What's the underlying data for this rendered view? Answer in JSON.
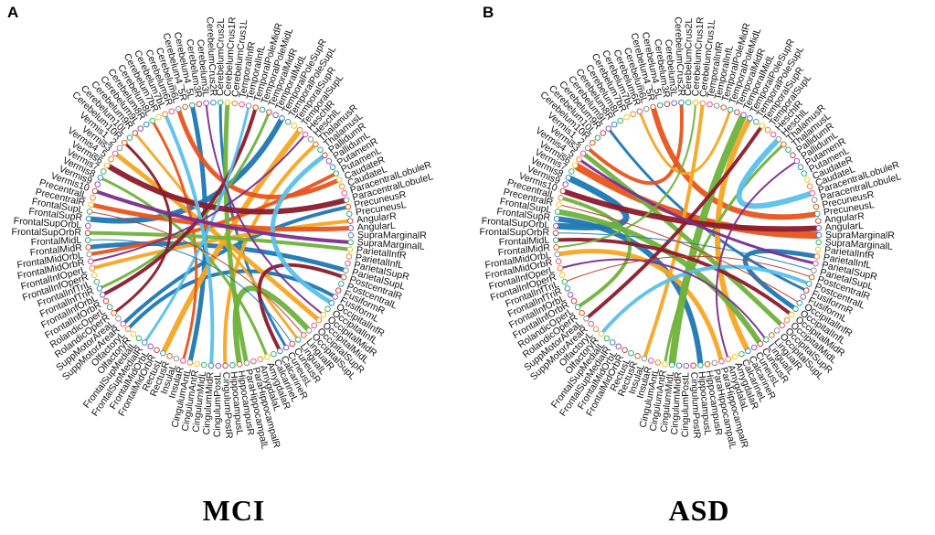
{
  "panels": [
    {
      "letter": "A",
      "caption": "MCI"
    },
    {
      "letter": "B",
      "caption": "ASD"
    }
  ],
  "regions": [
    "PrecentralL",
    "PrecentralR",
    "FrontalSupL",
    "FrontalSupR",
    "FrontalSupOrbL",
    "FrontalSupOrbR",
    "FrontalMidL",
    "FrontalMidR",
    "FrontalMidOrbL",
    "FrontalMidOrbR",
    "FrontalInfOperL",
    "FrontalInfOperR",
    "FrontalInfTriL",
    "FrontalInfTriR",
    "FrontalInfOrbL",
    "FrontalInfOrbR",
    "RolandicOperL",
    "RolandicOperR",
    "SuppMotorAreaL",
    "SuppMotorAreaR",
    "OlfactoryL",
    "OlfactoryR",
    "FrontalSupMedialL",
    "FrontalSupMedialR",
    "FrontalMidOrbL",
    "FrontalMidOrbR",
    "RectusL",
    "RectusR",
    "InsulaL",
    "InsulaR",
    "CingulumAntL",
    "CingulumAntR",
    "CingulumMidL",
    "CingulumMidR",
    "CingulumPostL",
    "CingulumPostR",
    "HippocampusL",
    "HippocampusR",
    "ParaHippocampalL",
    "ParaHippocampalR",
    "AmygdalaL",
    "AmygdalaR",
    "CalcarineL",
    "CalcarineR",
    "CuneusL",
    "CuneusR",
    "LingualL",
    "LingualR",
    "OccipitalSupL",
    "OccipitalSupR",
    "OccipitalMidL",
    "OccipitalMidR",
    "OccipitalInfL",
    "OccipitalInfR",
    "FusiformL",
    "FusiformR",
    "PostcentralL",
    "PostcentralR",
    "ParietalSupL",
    "ParietalSupR",
    "ParietalInfL",
    "ParietalInfR",
    "SupraMarginalL",
    "SupraMarginalR",
    "AngularL",
    "AngularR",
    "PrecuneusL",
    "PrecuneusR",
    "ParacentralLobuleL",
    "ParacentralLobuleR",
    "CaudateL",
    "CaudateR",
    "PutamenL",
    "PutamenR",
    "PallidumL",
    "PallidumR",
    "ThalamusL",
    "ThalamusR",
    "HeschlL",
    "HeschlR",
    "TemporalSupL",
    "TemporalSupR",
    "TemporalPoleSupL",
    "TemporalPoleSupR",
    "TemporalMidL",
    "TemporalMidR",
    "TemporalPoleMidL",
    "TemporalPoleMidR",
    "TemporalInfL",
    "TemporalInfR",
    "CerebelumCrus1L",
    "CerebelumCrus1R",
    "CerebelumCrus2L",
    "CerebelumCrus2R",
    "Cerebelum3L",
    "Cerebelum3R",
    "Cerebelum4_5L",
    "Cerebelum4_5R",
    "Cerebelum6L",
    "Cerebelum6R",
    "Cerebelum7bL",
    "Cerebelum7bR",
    "Cerebelum8L",
    "Cerebelum8R",
    "Cerebelum9L",
    "Cerebelum9R",
    "Cerebelum10L",
    "Cerebelum10R",
    "Vermis1_2",
    "Vermis3",
    "Vermis4_5",
    "Vermis6",
    "Vermis7",
    "Vermis8",
    "Vermis9",
    "Vermis10"
  ],
  "node_colors": [
    "#e67e22",
    "#f1c40f",
    "#27ae60",
    "#2980b9",
    "#8e44ad",
    "#c0392b",
    "#16a085",
    "#d35400",
    "#7f8c8d",
    "#e84393"
  ],
  "links": [
    {
      "panel": 0,
      "source": "FrontalSupR",
      "target": "TemporalPoleSupR",
      "color": "#1f77b4",
      "width": 6
    },
    {
      "panel": 0,
      "source": "Cerebelum4_5L",
      "target": "CingulumAntL",
      "color": "#1f77b4",
      "width": 5
    },
    {
      "panel": 0,
      "source": "ParietalSupL",
      "target": "FrontalMidR",
      "color": "#1f77b4",
      "width": 5
    },
    {
      "panel": 0,
      "source": "PrecuneusR",
      "target": "SuppMotorAreaR",
      "color": "#1f77b4",
      "width": 4
    },
    {
      "panel": 0,
      "source": "FusiformL",
      "target": "OlfactoryL",
      "color": "#1f77b4",
      "width": 4
    },
    {
      "panel": 0,
      "source": "CerebelumCrus2L",
      "target": "CuneusL",
      "color": "#1f77b4",
      "width": 3
    },
    {
      "panel": 0,
      "source": "Vermis3",
      "target": "OccipitalMidL",
      "color": "#f5a623",
      "width": 5
    },
    {
      "panel": 0,
      "source": "TemporalSupL",
      "target": "RectusL",
      "color": "#f5a623",
      "width": 6
    },
    {
      "panel": 0,
      "source": "AngularR",
      "target": "FrontalInfOperL",
      "color": "#f5a623",
      "width": 4
    },
    {
      "panel": 0,
      "source": "ThalamusR",
      "target": "CingulumPostR",
      "color": "#f5a623",
      "width": 4
    },
    {
      "panel": 0,
      "source": "Cerebelum9R",
      "target": "LingualL",
      "color": "#f5a623",
      "width": 3
    },
    {
      "panel": 0,
      "source": "Cerebelum6L",
      "target": "CaudateR",
      "color": "#e8541e",
      "width": 5
    },
    {
      "panel": 0,
      "source": "PrecentralR",
      "target": "AngularL",
      "color": "#e8541e",
      "width": 5
    },
    {
      "panel": 0,
      "source": "FrontalMidOrbL",
      "target": "PutamenL",
      "color": "#e8541e",
      "width": 4
    },
    {
      "panel": 0,
      "source": "Cerebelum8L",
      "target": "InsulaR",
      "color": "#e8541e",
      "width": 3
    },
    {
      "panel": 0,
      "source": "HippocampusR",
      "target": "OccipitalSupL",
      "color": "#6fb23a",
      "width": 6
    },
    {
      "panel": 0,
      "source": "CerebelumCrus1R",
      "target": "ParaHippocampalL",
      "color": "#6fb23a",
      "width": 5
    },
    {
      "panel": 0,
      "source": "FrontalSupOrbR",
      "target": "ParietalInfR",
      "color": "#6fb23a",
      "width": 4
    },
    {
      "panel": 0,
      "source": "TemporalMidR",
      "target": "FrontalInfTriR",
      "color": "#6fb23a",
      "width": 3
    },
    {
      "panel": 0,
      "source": "Vermis8",
      "target": "AmygdalaR",
      "color": "#6fb23a",
      "width": 3
    },
    {
      "panel": 0,
      "source": "Vermis6",
      "target": "ParacentralLobuleL",
      "color": "#8b1a2b",
      "width": 6
    },
    {
      "panel": 0,
      "source": "FrontalInfOrbL",
      "target": "TemporalPoleMidR",
      "color": "#8b1a2b",
      "width": 4
    },
    {
      "panel": 0,
      "source": "CalcarineR",
      "target": "PostcentralR",
      "color": "#8b1a2b",
      "width": 4
    },
    {
      "panel": 0,
      "source": "Cerebelum10R",
      "target": "RolandicOperR",
      "color": "#8b1a2b",
      "width": 3
    },
    {
      "panel": 0,
      "source": "PallidumR",
      "target": "OccipitalInfR",
      "color": "#5bc0eb",
      "width": 5
    },
    {
      "panel": 0,
      "source": "Cerebelum7bL",
      "target": "CingulumMidR",
      "color": "#5bc0eb",
      "width": 4
    },
    {
      "panel": 0,
      "source": "TemporalInfL",
      "target": "FrontalSupMedialR",
      "color": "#5bc0eb",
      "width": 3
    },
    {
      "panel": 0,
      "source": "SupraMarginalL",
      "target": "Vermis10",
      "color": "#7b2d8e",
      "width": 4
    },
    {
      "panel": 0,
      "source": "HeschlR",
      "target": "FrontalMidOrbR",
      "color": "#7b2d8e",
      "width": 2
    },
    {
      "panel": 0,
      "source": "OccipitalMidR",
      "target": "Cerebelum3L",
      "color": "#7b2d8e",
      "width": 2
    },
    {
      "panel": 0,
      "source": "FrontalSupL",
      "target": "LingualR",
      "color": "#c0392b",
      "width": 1
    },
    {
      "panel": 0,
      "source": "CuneusR",
      "target": "FrontalMidL",
      "color": "#1f77b4",
      "width": 1
    },
    {
      "panel": 1,
      "source": "Vermis8",
      "target": "FrontalSupOrbL",
      "color": "#1f77b4",
      "width": 7
    },
    {
      "panel": 1,
      "source": "FrontalSupR",
      "target": "HippocampusL",
      "color": "#1f77b4",
      "width": 6
    },
    {
      "panel": 1,
      "source": "ParietalInfL",
      "target": "OccipitalInfL",
      "color": "#1f77b4",
      "width": 5
    },
    {
      "panel": 1,
      "source": "Cerebelum9L",
      "target": "FusiformR",
      "color": "#1f77b4",
      "width": 3
    },
    {
      "panel": 1,
      "source": "Vermis6",
      "target": "SupraMarginalR",
      "color": "#e8541e",
      "width": 8
    },
    {
      "panel": 1,
      "source": "Cerebelum4_5R",
      "target": "PrecuneusL",
      "color": "#e8541e",
      "width": 6
    },
    {
      "panel": 1,
      "source": "CerebelumCrus2R",
      "target": "Vermis1_2",
      "color": "#e8541e",
      "width": 4
    },
    {
      "panel": 1,
      "source": "TemporalPoleSupR",
      "target": "CalcarineR",
      "color": "#f5a623",
      "width": 6
    },
    {
      "panel": 1,
      "source": "FrontalMidOrbL",
      "target": "ParaHippocampalR",
      "color": "#f5a623",
      "width": 5
    },
    {
      "panel": 1,
      "source": "CerebelumCrus1L",
      "target": "InsulaL",
      "color": "#f5a623",
      "width": 4
    },
    {
      "panel": 1,
      "source": "Cerebelum6R",
      "target": "TemporalPoleMidL",
      "color": "#f5a623",
      "width": 3
    },
    {
      "panel": 1,
      "source": "TemporalMidL",
      "target": "CingulumMidL",
      "color": "#6fb23a",
      "width": 8
    },
    {
      "panel": 1,
      "source": "FrontalSupL",
      "target": "CuneusR",
      "color": "#6fb23a",
      "width": 6
    },
    {
      "panel": 1,
      "source": "Vermis3",
      "target": "OccipitalSupR",
      "color": "#6fb23a",
      "width": 5
    },
    {
      "panel": 1,
      "source": "PrecentralL",
      "target": "RolandicOperL",
      "color": "#6fb23a",
      "width": 4
    },
    {
      "panel": 1,
      "source": "ThalamusR",
      "target": "CingulumAntR",
      "color": "#6fb23a",
      "width": 3
    },
    {
      "panel": 1,
      "source": "Vermis10",
      "target": "AngularL",
      "color": "#8b1a2b",
      "width": 6
    },
    {
      "panel": 1,
      "source": "FrontalMidL",
      "target": "OccipitalMidR",
      "color": "#8b1a2b",
      "width": 4
    },
    {
      "panel": 1,
      "source": "TemporalSupR",
      "target": "SuppMotorAreaL",
      "color": "#8b1a2b",
      "width": 4
    },
    {
      "panel": 1,
      "source": "HeschlL",
      "target": "ParacentralLobuleR",
      "color": "#5bc0eb",
      "width": 6
    },
    {
      "panel": 1,
      "source": "OlfactoryR",
      "target": "PostcentralL",
      "color": "#5bc0eb",
      "width": 4
    },
    {
      "panel": 1,
      "source": "Vermis4_5",
      "target": "ParietalSupR",
      "color": "#7b2d8e",
      "width": 3
    },
    {
      "panel": 1,
      "source": "FrontalInfOperL",
      "target": "LingualL",
      "color": "#7b2d8e",
      "width": 2
    },
    {
      "panel": 1,
      "source": "PallidumL",
      "target": "AmygdalaL",
      "color": "#7b2d8e",
      "width": 2
    },
    {
      "panel": 1,
      "source": "PrecentralR",
      "target": "OccipitalInfR",
      "color": "#c0392b",
      "width": 1
    },
    {
      "panel": 1,
      "source": "FrontalInfTriL",
      "target": "PostcentralR",
      "color": "#c0392b",
      "width": 1
    },
    {
      "panel": 1,
      "source": "FrontalSupOrbR",
      "target": "ParietalSupL",
      "color": "#1f77b4",
      "width": 1
    },
    {
      "panel": 1,
      "source": "FrontalMidR",
      "target": "CerebelumCrus1R",
      "color": "#6fb23a",
      "width": 2
    }
  ]
}
